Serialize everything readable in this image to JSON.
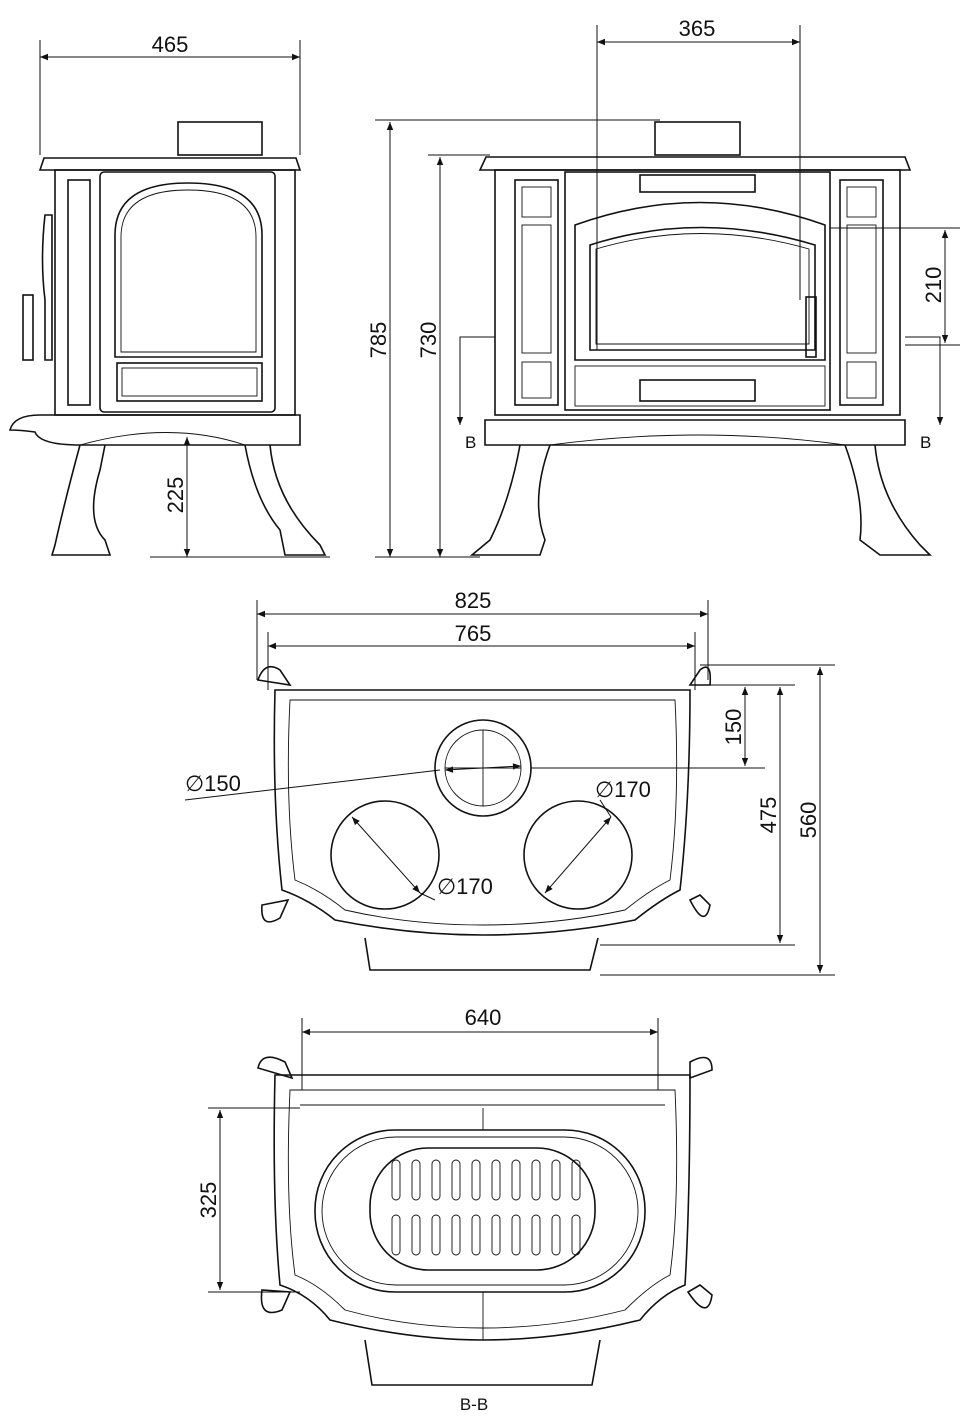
{
  "side_view": {
    "width_label": "465",
    "leg_height_label": "225"
  },
  "front_view": {
    "flue_offset_label": "365",
    "total_height_label": "785",
    "body_height_label": "730",
    "flue_height_label": "210",
    "section_marker_left": "B",
    "section_marker_right": "B"
  },
  "top_view": {
    "overall_width_label": "825",
    "body_width_label": "765",
    "flue_depth_label": "150",
    "body_depth_label": "475",
    "overall_depth_label": "560",
    "flue_diameter_label": "∅150",
    "hotplate_right_label": "∅170",
    "hotplate_left_label": "∅170"
  },
  "section_view": {
    "width_label": "640",
    "depth_label": "325",
    "title": "B-B"
  }
}
